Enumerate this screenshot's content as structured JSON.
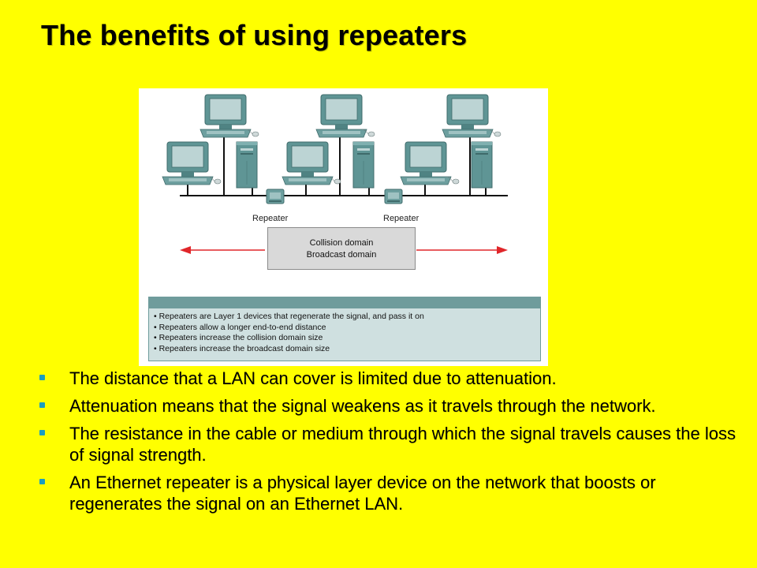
{
  "slide": {
    "title": "The benefits of using repeaters"
  },
  "diagram": {
    "repeater_labels": [
      "Repeater",
      "Repeater"
    ],
    "domain_box": [
      "Collision domain",
      "Broadcast domain"
    ],
    "notes": [
      "Repeaters are Layer 1 devices that regenerate the signal, and pass it on",
      "Repeaters allow a longer end-to-end distance",
      "Repeaters increase the collision domain size",
      "Repeaters increase the broadcast domain size"
    ],
    "colors": {
      "arrow": "#e0262a",
      "panel_tab": "#6f9c9c",
      "panel_body": "#cfe0e0",
      "device": "#4f8a8a"
    },
    "icons": [
      "pc-icon",
      "server-icon",
      "repeater-icon",
      "double-arrow-icon"
    ]
  },
  "bullets": [
    "The distance that a LAN can cover is limited due to attenuation.",
    "Attenuation means that the signal weakens as it travels through the network.",
    "The resistance in the cable or medium through which the signal travels causes the loss of signal strength.",
    "An Ethernet repeater is a physical layer device on the network that boosts or regenerates the signal on an Ethernet LAN."
  ],
  "theme": {
    "background": "#ffff00",
    "bullet_color": "#1b9ec0"
  }
}
